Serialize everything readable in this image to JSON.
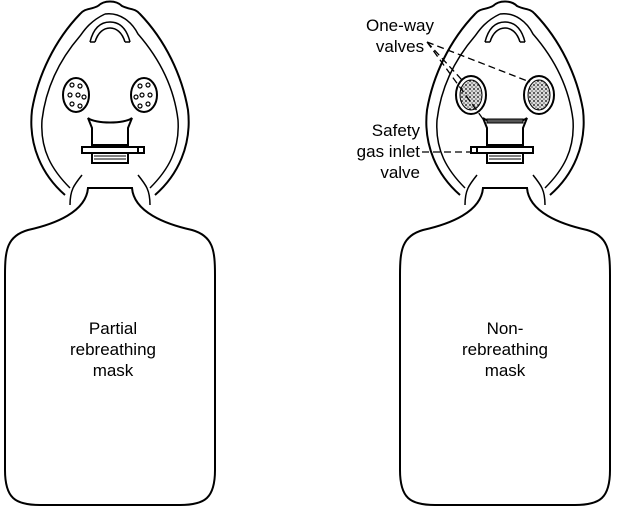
{
  "left_mask": {
    "label_lines": [
      "Partial",
      "rebreathing",
      "mask"
    ]
  },
  "right_mask": {
    "label_lines": [
      "Non-",
      "rebreathing",
      "mask"
    ]
  },
  "callouts": {
    "one_way_valves": [
      "One-way",
      "valves"
    ],
    "safety_valve": [
      "Safety",
      "gas inlet",
      "valve"
    ]
  }
}
